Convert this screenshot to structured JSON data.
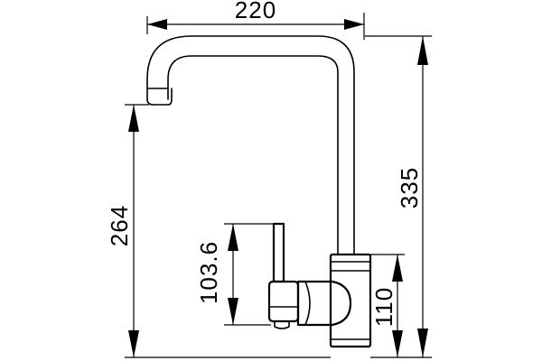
{
  "dimensions": {
    "width_top": "220",
    "height_total": "335",
    "height_spout": "264",
    "height_handle": "103.6",
    "height_body": "110"
  },
  "colors": {
    "stroke": "#000000",
    "background": "#ffffff"
  }
}
